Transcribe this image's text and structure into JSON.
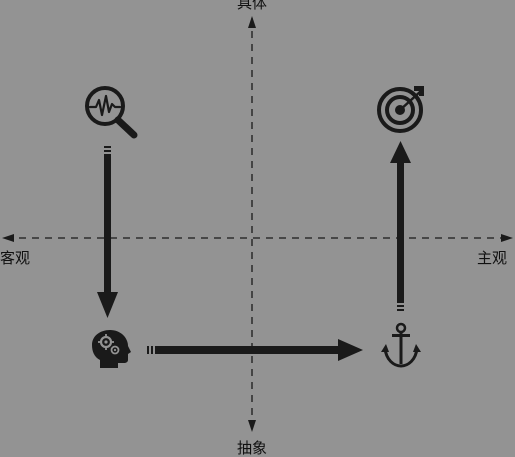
{
  "axes": {
    "top": "具体",
    "bottom": "抽象",
    "left": "客观",
    "right": "主观"
  },
  "icons": {
    "top_left": "magnifier-waveform-icon",
    "top_right": "target-icon",
    "bottom_left": "head-gears-icon",
    "bottom_right": "anchor-icon"
  },
  "colors": {
    "background": "#939393",
    "ink": "#1a1a1a"
  }
}
